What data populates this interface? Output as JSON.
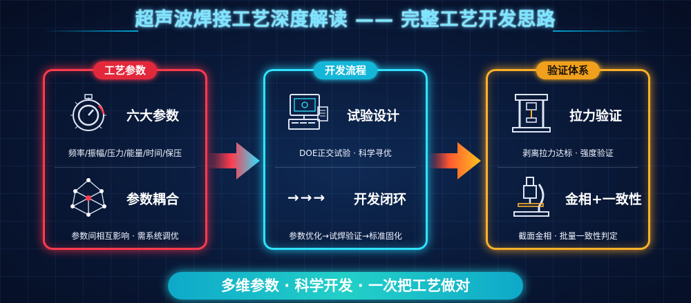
{
  "title": "超声波焊接工艺深度解读 —— 完整工艺开发思路",
  "cards": [
    {
      "badge": "工艺参数",
      "top_heading": "六大参数",
      "top_desc": "频率/振幅/压力/能量/时间/保压",
      "bottom_heading": "参数耦合",
      "bottom_desc": "参数间相互影响 · 需系统调优",
      "top_icon": "dial-gauge-icon",
      "bottom_icon": "network-nodes-icon",
      "accent": "#ff3b4e"
    },
    {
      "badge": "开发流程",
      "top_heading": "试验设计",
      "top_desc": "DOE正交试验 · 科学寻优",
      "bottom_heading": "开发闭环",
      "bottom_arrows": "→→→",
      "bottom_desc": "参数优化→试焊验证→标准固化",
      "top_icon": "computer-workstation-icon",
      "accent": "#2fe3ff"
    },
    {
      "badge": "验证体系",
      "top_heading": "拉力验证",
      "top_desc": "剥离拉力达标 · 强度验证",
      "bottom_heading": "金相+一致性",
      "bottom_desc": "截面金相 · 批量一致性判定",
      "top_icon": "tensile-tester-icon",
      "bottom_icon": "microscope-icon",
      "accent": "#ffb22a"
    }
  ],
  "footer": "多维参数 · 科学开发 · 一次把工艺做对"
}
